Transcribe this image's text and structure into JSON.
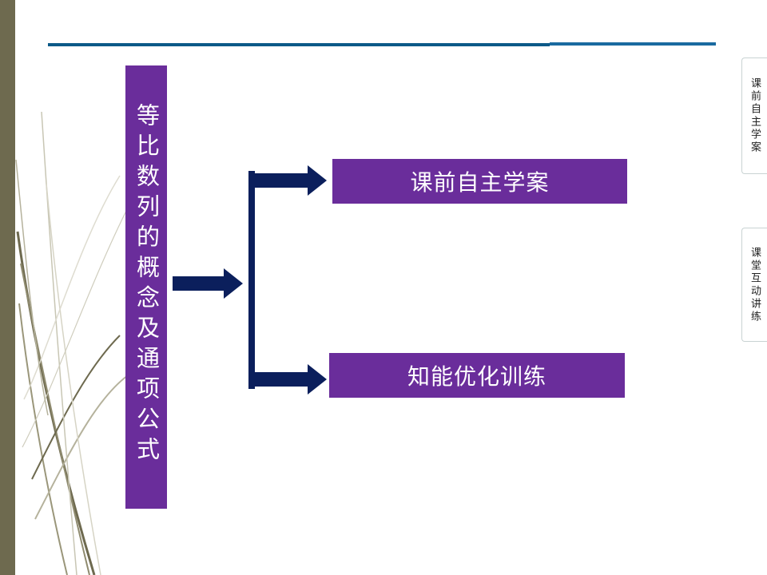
{
  "title": "等比数列的概念及通项公式",
  "sections": [
    {
      "label": "课前自主学案"
    },
    {
      "label": "知能优化训练"
    }
  ],
  "side_nav": [
    {
      "label": "课前自主学案"
    },
    {
      "label": "课堂互动讲练"
    }
  ],
  "colors": {
    "accent_purple": "#6a2d9b",
    "arrow_navy": "#0b1f5c",
    "rule_blue": "#0c5a88",
    "left_band": "#6e6a4f"
  }
}
